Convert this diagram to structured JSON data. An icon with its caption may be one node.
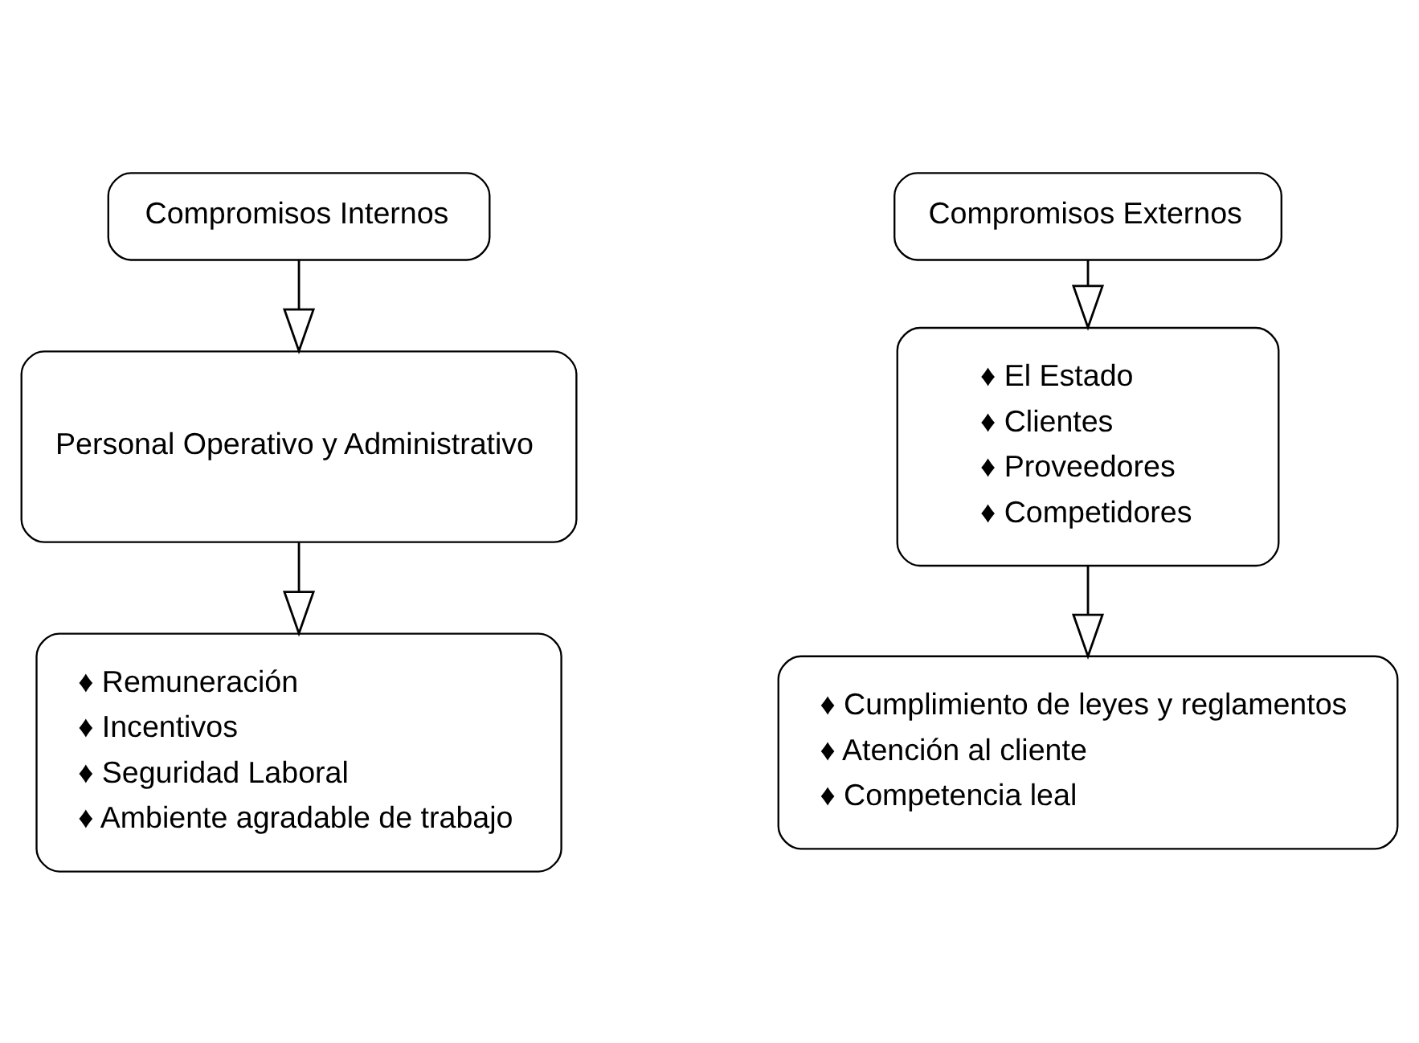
{
  "diagram": {
    "nodes": [
      {
        "text": [
          "Compromisos Internos"
        ]
      },
      {
        "text": [
          "Personal Operativo y Administrativo"
        ]
      },
      {
        "text": [
          "♦ Remuneración",
          "♦ Incentivos",
          "♦ Seguridad Laboral",
          "♦ Ambiente agradable de trabajo"
        ]
      },
      {
        "text": [
          "Compromisos Externos"
        ]
      },
      {
        "text": [
          "♦ El Estado",
          "♦ Clientes",
          "♦ Proveedores",
          "♦ Competidores"
        ]
      },
      {
        "text": [
          "♦ Cumplimiento de leyes y reglamentos",
          "♦ Atención al cliente",
          "♦ Competencia leal"
        ]
      }
    ],
    "edges": [
      {
        "from": 0,
        "to": 1,
        "arrow": "to"
      },
      {
        "from": 1,
        "to": 2,
        "arrow": "to"
      },
      {
        "from": 3,
        "to": 4,
        "arrow": "to"
      },
      {
        "from": 4,
        "to": 5,
        "arrow": "to"
      }
    ]
  }
}
